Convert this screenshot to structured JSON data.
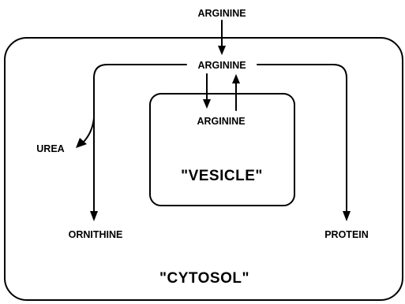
{
  "diagram": {
    "compartments": {
      "outer": "\"CYTOSOL\"",
      "inner": "\"VESICLE\""
    },
    "nodes": {
      "arginine_external": "ARGININE",
      "arginine_cytosol": "ARGININE",
      "arginine_vesicle": "ARGININE",
      "urea": "UREA",
      "ornithine": "ORNITHINE",
      "protein": "PROTEIN"
    },
    "edges": [
      {
        "from": "ARGININE",
        "to": "ARGININE",
        "direction": "external into cytosol"
      },
      {
        "from": "ARGININE",
        "to": "ARGININE",
        "direction": "cytosol into vesicle"
      },
      {
        "from": "ARGININE",
        "to": "ARGININE",
        "direction": "vesicle out to cytosol"
      },
      {
        "from": "ARGININE",
        "to": "UREA"
      },
      {
        "from": "ARGININE",
        "to": "ORNITHINE"
      },
      {
        "from": "ARGININE",
        "to": "PROTEIN"
      }
    ]
  }
}
